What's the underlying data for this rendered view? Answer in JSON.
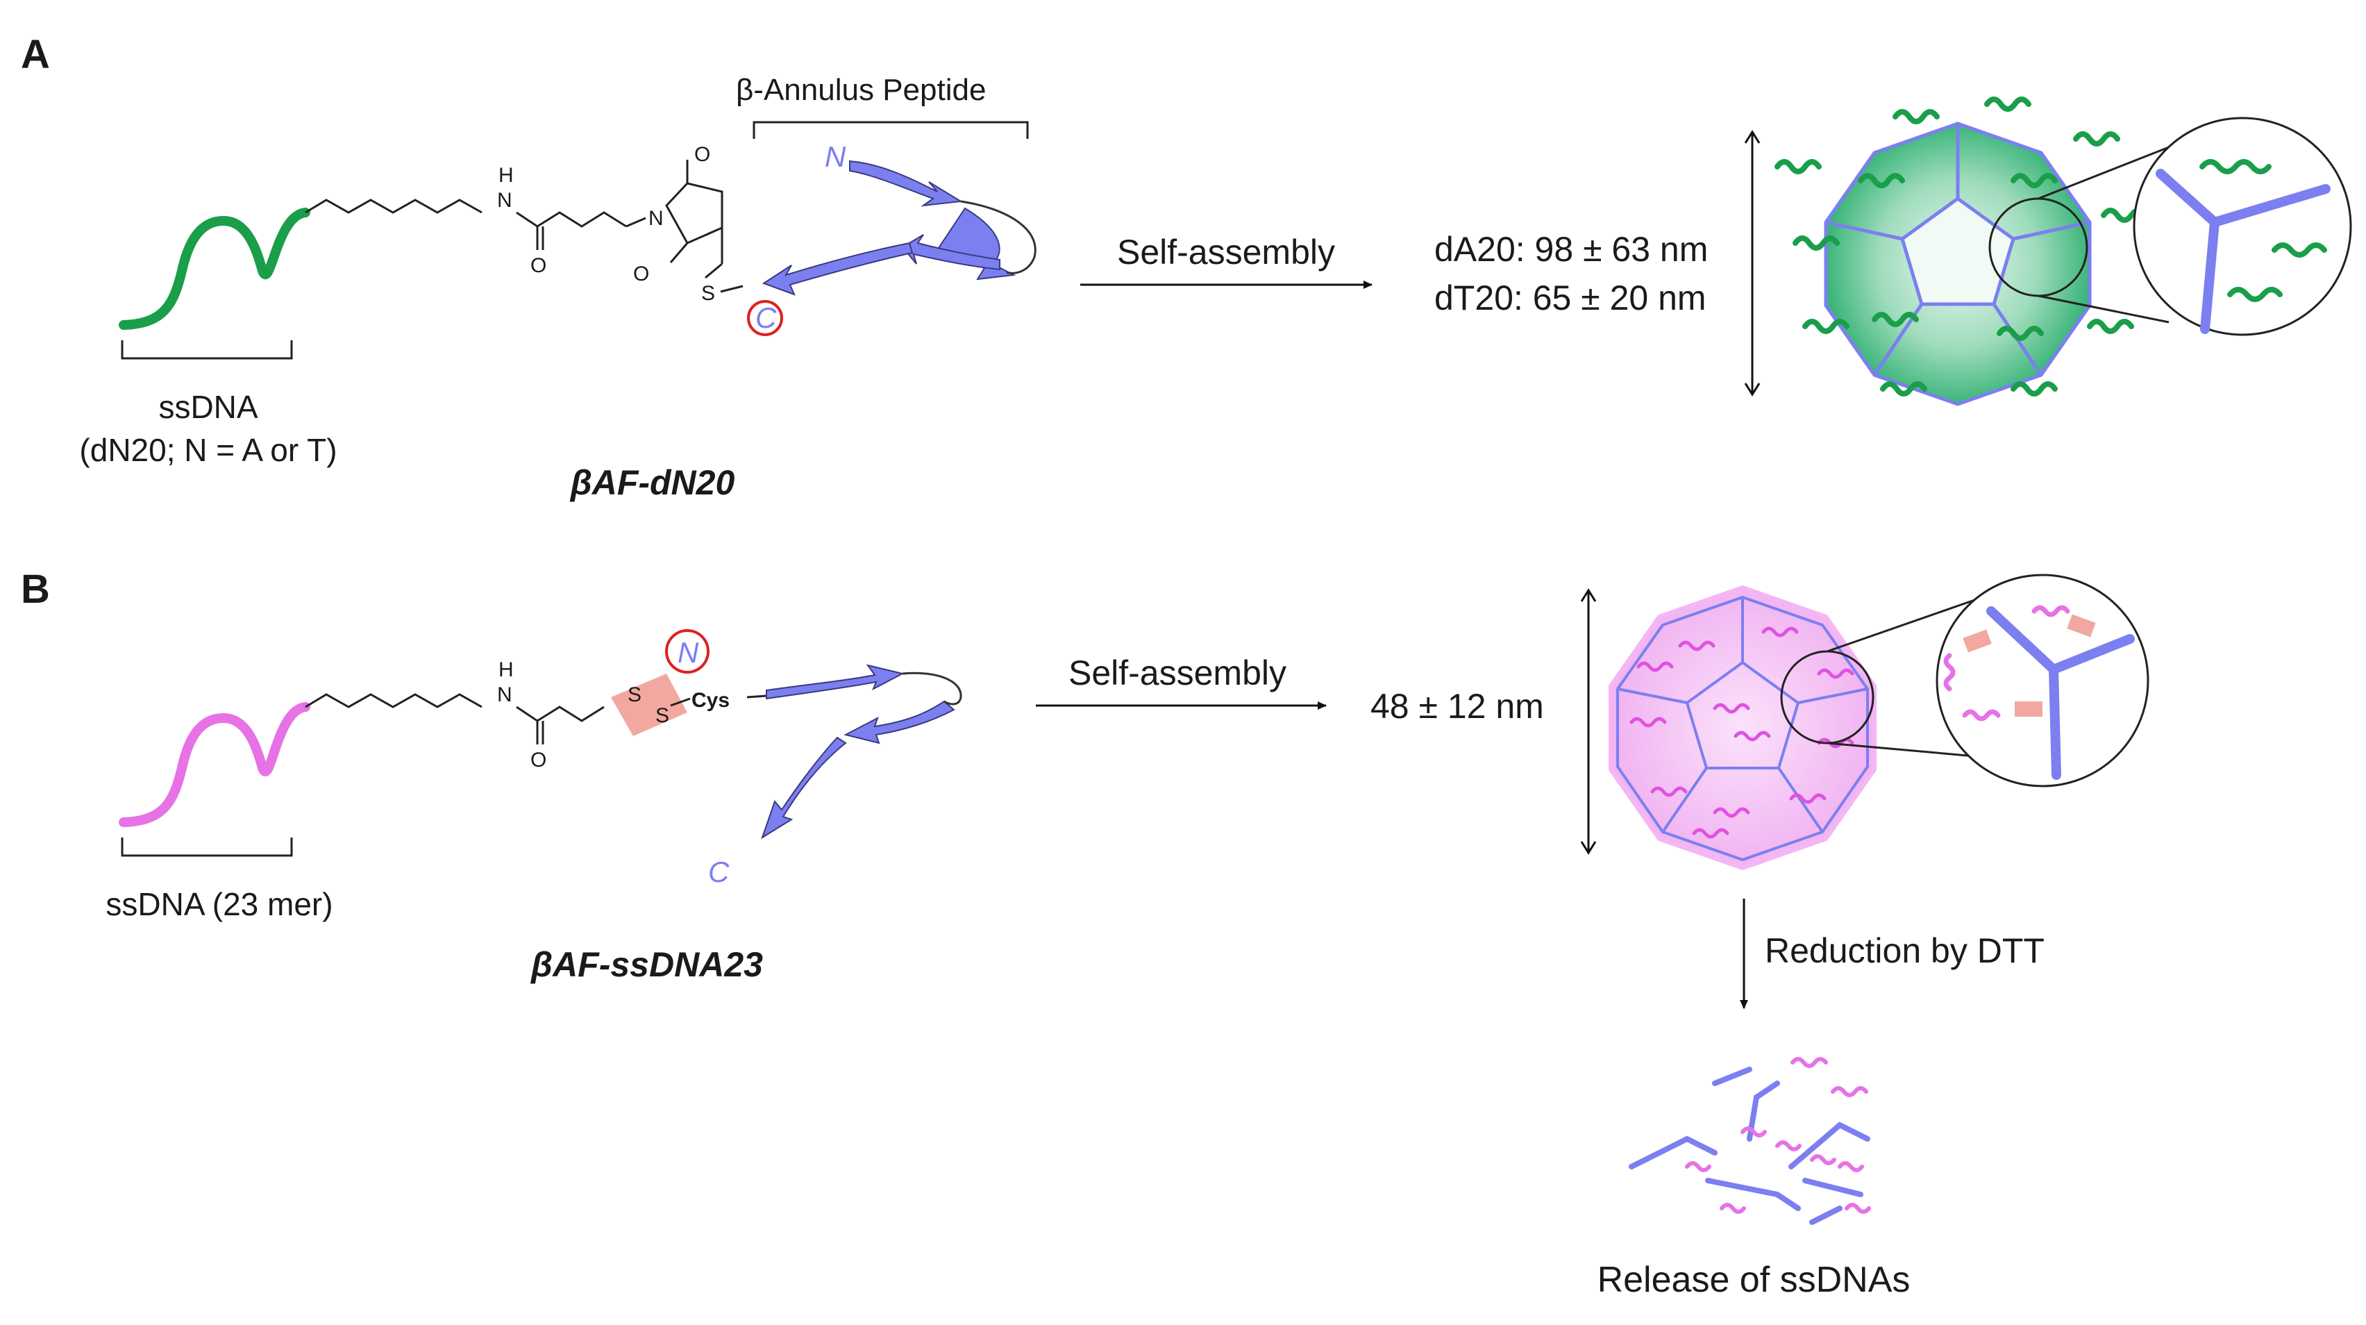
{
  "panel_a": {
    "letter": "A",
    "peptide_bracket_label": "β-Annulus Peptide",
    "ssdna_label": "ssDNA",
    "ssdna_sub_label": "(dN20; N = A or T)",
    "compound_name": "βAF-dN20",
    "arrow_label": "Self-assembly",
    "size_da20": "dA20: 98 ± 63 nm",
    "size_dt20": "dT20: 65 ± 20 nm",
    "n_term": "N",
    "c_term": "C",
    "colors": {
      "dna": "#1a9e4a",
      "capsule": "#4cc28a"
    }
  },
  "panel_b": {
    "letter": "B",
    "ssdna_label": "ssDNA (23 mer)",
    "compound_name": "βAF-ssDNA23",
    "arrow_label": "Self-assembly",
    "size": "48 ± 12 nm",
    "reduction_label": "Reduction by DTT",
    "release_label": "Release of ssDNAs",
    "cys_label": "Cys",
    "n_term": "N",
    "c_term": "C",
    "colors": {
      "dna": "#e672e6",
      "capsule": "#f3b8f3",
      "disulfide": "#f2a8a0"
    }
  },
  "colors": {
    "peptide": "#7b7ff0",
    "circle_mark": "#e02020"
  }
}
